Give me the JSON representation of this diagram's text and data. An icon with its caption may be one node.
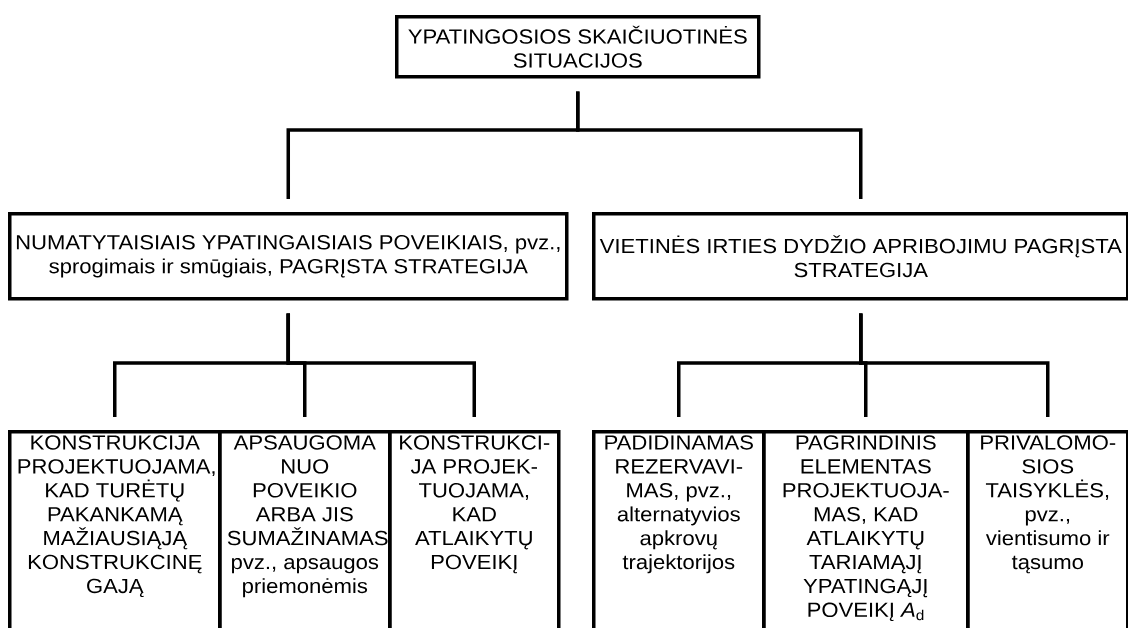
{
  "diagram": {
    "nodes": [
      {
        "text": [
          "YPATINGOSIOS SKAIČIUOTINĖS SITUACIJOS"
        ]
      },
      {
        "text": [
          "NUMATYTAISIAIS YPATINGAISIAIS POVEIKIAIS, pvz., sprogimais ir smūgiais, PAGRĮSTA STRATEGIJA"
        ]
      },
      {
        "text": [
          "VIETINĖS IRTIES DYDŽIO APRIBOJIMU PAGRĮSTA STRATEGIJA"
        ]
      },
      {
        "text": [
          "KONSTRUKCIJA PROJEKTUOJAMA, KAD TURĖTŲ PAKANKAMĄ MAŽIAUSIĄJĄ KONSTRUKCINĘ GAJĄ"
        ]
      },
      {
        "text": [
          "APSAUGOMA NUO POVEIKIO ARBA JIS SUMAŽINAMAS pvz., apsaugos priemonėmis"
        ]
      },
      {
        "text": [
          "KONSTRUKCI- JA PROJEK- TUOJAMA, KAD ATLAIKYTŲ POVEIKĮ"
        ]
      },
      {
        "text": [
          "PADIDINAMAS REZERVAVI- MAS, pvz., alternatyvios apkrovų trajektorijos"
        ]
      },
      {
        "text": [
          "PAGRINDINIS ELEMENTAS PROJEKTUOJA- MAS, KAD ATLAIKYTŲ TARIAMĄJĮ YPATINGĄJĮ POVEIKĮ *A*$_{d}$"
        ]
      },
      {
        "text": [
          "PRIVALOMO- SIOS TAISYKLĖS, pvz., vientisumo ir tąsumo"
        ]
      }
    ],
    "edges": [
      {
        "from": 0,
        "to": 1,
        "arrow": "none"
      },
      {
        "from": 0,
        "to": 2,
        "arrow": "none"
      },
      {
        "from": 1,
        "to": 3,
        "arrow": "none"
      },
      {
        "from": 1,
        "to": 4,
        "arrow": "none"
      },
      {
        "from": 1,
        "to": 5,
        "arrow": "none"
      },
      {
        "from": 2,
        "to": 6,
        "arrow": "none"
      },
      {
        "from": 2,
        "to": 7,
        "arrow": "none"
      },
      {
        "from": 2,
        "to": 8,
        "arrow": "none"
      }
    ]
  }
}
